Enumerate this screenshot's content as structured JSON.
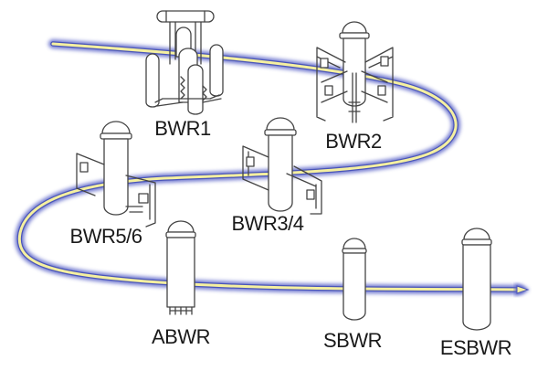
{
  "diagram": {
    "title": "BWR evolution",
    "flow_direction": "arrow-right",
    "colors": {
      "path_core": "#f5f0a0",
      "path_glow": "#5a63c8",
      "outline": "#444444",
      "label": "#1a1a1a"
    },
    "reactors": [
      {
        "id": "bwr1",
        "label": "BWR1",
        "order": 1
      },
      {
        "id": "bwr2",
        "label": "BWR2",
        "order": 2
      },
      {
        "id": "bwr34",
        "label": "BWR3/4",
        "order": 3
      },
      {
        "id": "bwr56",
        "label": "BWR5/6",
        "order": 4
      },
      {
        "id": "abwr",
        "label": "ABWR",
        "order": 5
      },
      {
        "id": "sbwr",
        "label": "SBWR",
        "order": 6
      },
      {
        "id": "esbwr",
        "label": "ESBWR",
        "order": 7
      }
    ]
  }
}
